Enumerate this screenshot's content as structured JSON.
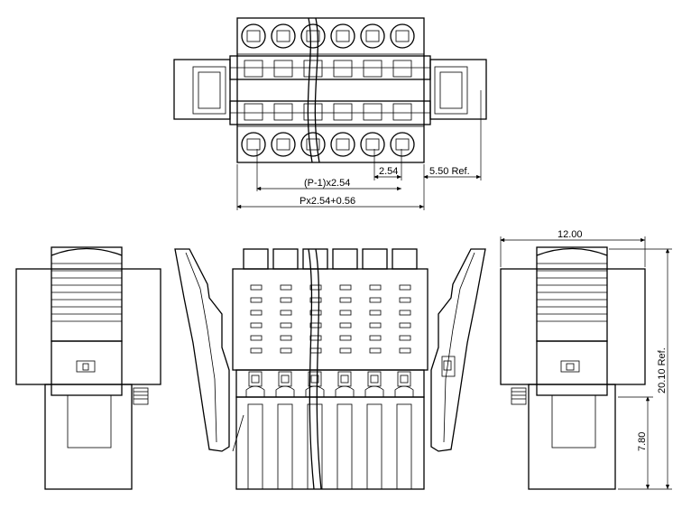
{
  "dimensions": {
    "pitch": "2.54",
    "ref_offset": "5.50 Ref.",
    "span_p_minus_1": "(P-1)x2.54",
    "total_length": "Px2.54+0.56",
    "width": "12.00",
    "height": "20.10 Ref.",
    "lower_height": "7.80"
  },
  "pin_count": 6
}
